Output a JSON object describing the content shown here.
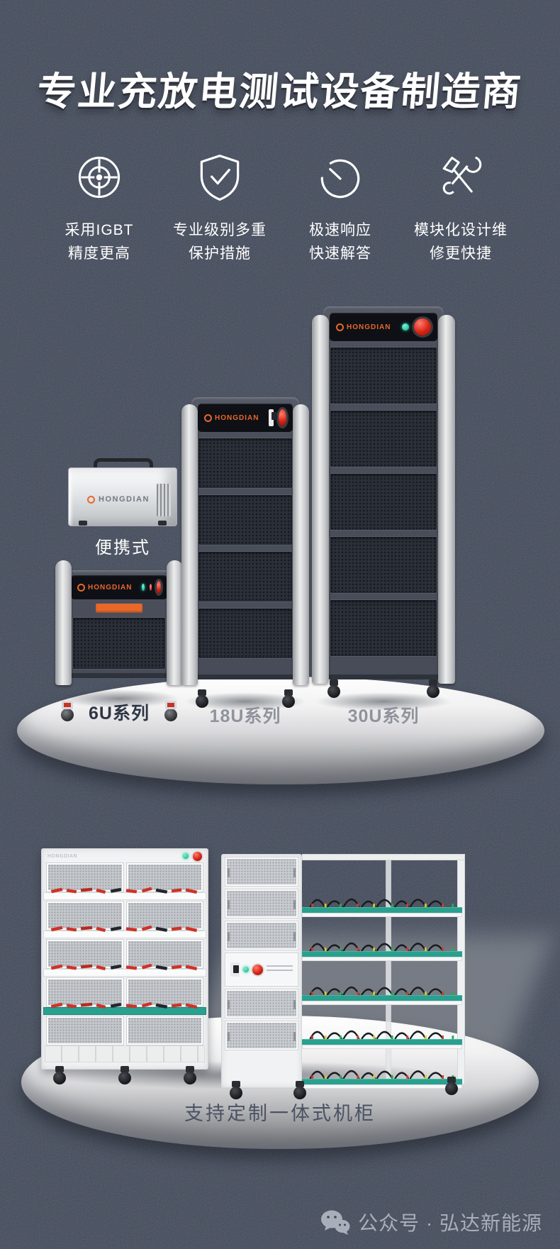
{
  "title": "专业充放电测试设备制造商",
  "brand": {
    "name": "HONGDIAN"
  },
  "features": {
    "items": [
      {
        "icon": "crosshair-icon",
        "line1": "采用IGBT",
        "line2": "精度更高"
      },
      {
        "icon": "shield-check-icon",
        "line1": "专业级别多重",
        "line2": "保护措施"
      },
      {
        "icon": "timer-icon",
        "line1": "极速响应",
        "line2": "快速解答"
      },
      {
        "icon": "tools-icon",
        "line1": "模块化设计维",
        "line2": "修更快捷"
      }
    ]
  },
  "products": {
    "portable_label": "便携式",
    "series": [
      {
        "label": "6U系列"
      },
      {
        "label": "18U系列"
      },
      {
        "label": "30U系列"
      }
    ]
  },
  "cabinet_section": {
    "caption": "支持定制一体式机柜"
  },
  "footer": {
    "account_label": "公众号 · 弘达新能源"
  },
  "colors": {
    "background": "#3d4556",
    "accent_orange": "#e8682a",
    "title_text": "#ffffff",
    "muted_label": "#8e939c",
    "dark_label": "#2e3646",
    "caption_text": "#4a5263",
    "footer_text": "#a9afba",
    "shelf_green": "#2aa08f",
    "estop_red": "#d72315"
  }
}
